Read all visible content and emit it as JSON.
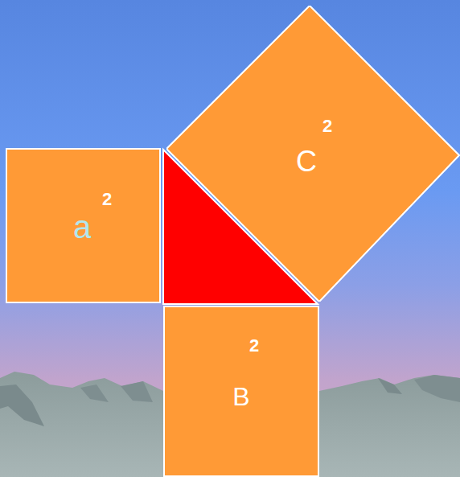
{
  "diagram": {
    "nodes": [
      {
        "text": [
          "C",
          "2"
        ]
      },
      {
        "text": [
          "a",
          "2"
        ]
      },
      {
        "text": [
          "B",
          "2"
        ]
      }
    ]
  }
}
